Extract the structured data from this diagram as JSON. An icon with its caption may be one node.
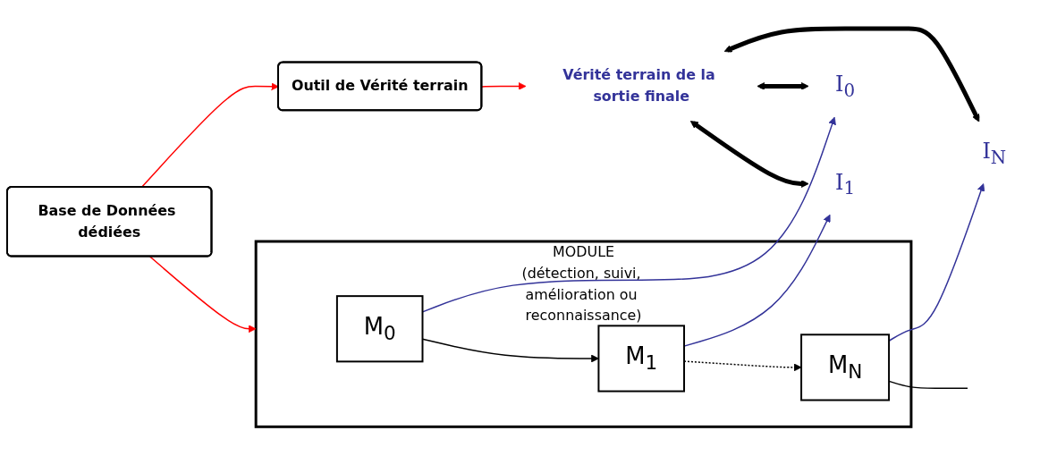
{
  "diagram": {
    "nodes": [
      {
        "text": [
          "MODULE",
          "(détection, suivi, amélioration ou reconnaissance)"
        ]
      },
      {
        "text": [
          "M$_{0}$"
        ],
        "in": 0
      },
      {
        "text": [
          "M$_{1}$"
        ],
        "in": 0
      },
      {
        "text": [
          "M$_{N}$"
        ],
        "in": 0
      },
      {
        "text": [
          "Base de Données dédiées"
        ]
      },
      {
        "text": [
          "Outil de Vérité terrain"
        ]
      },
      {
        "text": [
          "I$_{0}$"
        ]
      },
      {
        "text": [
          "I$_{1}$"
        ]
      },
      {
        "text": [
          "I$_{N}$"
        ]
      },
      {
        "text": [
          "Vérité terrain de la sortie finale"
        ]
      }
    ],
    "edges": [
      {
        "from": 1,
        "to": 2,
        "arrow": "to"
      },
      {
        "from": 2,
        "to": 3,
        "arrow": "to",
        "style": "dashed"
      },
      {
        "from": 3,
        "to": null,
        "arrow": "none"
      },
      {
        "from": 4,
        "to": 0,
        "arrow": "to",
        "color": "#ff0000"
      },
      {
        "from": 4,
        "to": 5,
        "arrow": "to",
        "color": "#ff0000"
      },
      {
        "from": 5,
        "to": 9,
        "arrow": "to",
        "color": "#ff0000"
      },
      {
        "from": 1,
        "to": 6,
        "arrow": "to",
        "color": "#333399"
      },
      {
        "from": 2,
        "to": 7,
        "arrow": "to",
        "color": "#333399"
      },
      {
        "from": 3,
        "to": 8,
        "arrow": "to",
        "color": "#333399"
      },
      {
        "from": 9,
        "to": 6,
        "arrow": "both",
        "style": "thick"
      },
      {
        "from": 9,
        "to": 7,
        "arrow": "both",
        "style": "thick"
      },
      {
        "from": 9,
        "to": 8,
        "arrow": "both",
        "style": "thick"
      }
    ]
  }
}
